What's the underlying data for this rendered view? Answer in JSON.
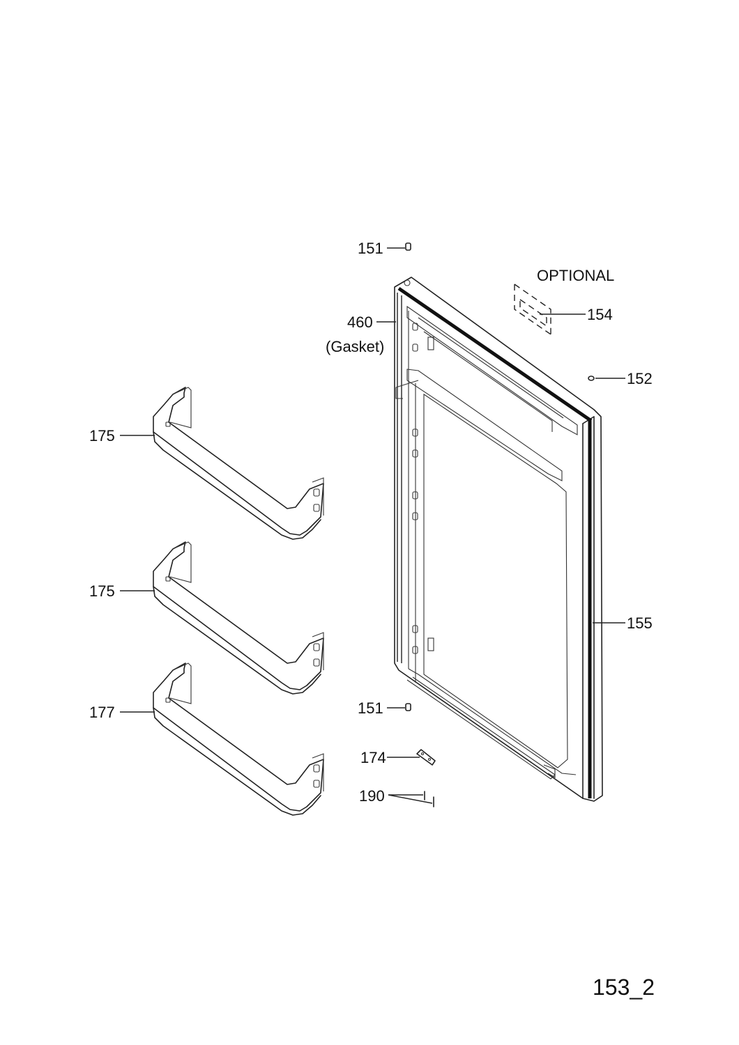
{
  "figure_id": "153_2",
  "optional_label": "OPTIONAL",
  "callouts": {
    "c151_top": "151",
    "c460": "460",
    "c460_note": "(Gasket)",
    "c154": "154",
    "c152": "152",
    "c155": "155",
    "c151_bottom": "151",
    "c174": "174",
    "c190": "190",
    "c175_a": "175",
    "c175_b": "175",
    "c177": "177"
  }
}
